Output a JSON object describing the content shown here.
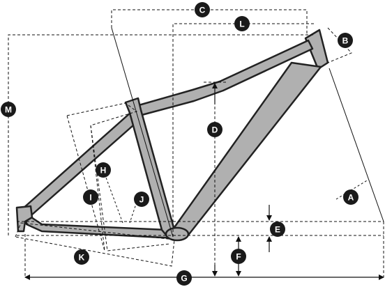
{
  "diagram": {
    "frame_fill": "#b0b0b0",
    "frame_stroke": "#222222",
    "line_color": "#111111",
    "badge_fill": "#1a1a1a",
    "badge_text": "#ffffff",
    "labels": {
      "A": "A",
      "B": "B",
      "C": "C",
      "D": "D",
      "E": "E",
      "F": "F",
      "G": "G",
      "H": "H",
      "I": "I",
      "J": "J",
      "K": "K",
      "L": "L",
      "M": "M"
    }
  }
}
